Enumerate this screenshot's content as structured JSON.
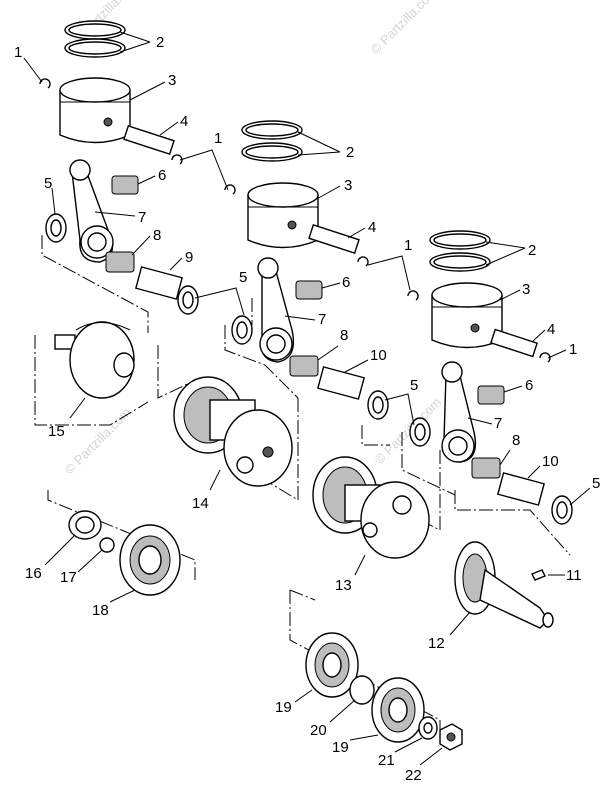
{
  "watermark": "© Partzilla.com",
  "callouts": [
    {
      "id": "c1a",
      "label": "1"
    },
    {
      "id": "c2a",
      "label": "2"
    },
    {
      "id": "c3a",
      "label": "3"
    },
    {
      "id": "c4a",
      "label": "4"
    },
    {
      "id": "c1b",
      "label": "1"
    },
    {
      "id": "c2b",
      "label": "2"
    },
    {
      "id": "c3b",
      "label": "3"
    },
    {
      "id": "c4b",
      "label": "4"
    },
    {
      "id": "c5a",
      "label": "5"
    },
    {
      "id": "c6a",
      "label": "6"
    },
    {
      "id": "c7a",
      "label": "7"
    },
    {
      "id": "c8a",
      "label": "8"
    },
    {
      "id": "c9",
      "label": "9"
    },
    {
      "id": "c1c",
      "label": "1"
    },
    {
      "id": "c2c",
      "label": "2"
    },
    {
      "id": "c3c",
      "label": "3"
    },
    {
      "id": "c4c",
      "label": "4"
    },
    {
      "id": "c1d",
      "label": "1"
    },
    {
      "id": "c5b",
      "label": "5"
    },
    {
      "id": "c6b",
      "label": "6"
    },
    {
      "id": "c7b",
      "label": "7"
    },
    {
      "id": "c8b",
      "label": "8"
    },
    {
      "id": "c10a",
      "label": "10"
    },
    {
      "id": "c5c",
      "label": "5"
    },
    {
      "id": "c6c",
      "label": "6"
    },
    {
      "id": "c7c",
      "label": "7"
    },
    {
      "id": "c8c",
      "label": "8"
    },
    {
      "id": "c10b",
      "label": "10"
    },
    {
      "id": "c5d",
      "label": "5"
    },
    {
      "id": "c15",
      "label": "15"
    },
    {
      "id": "c14",
      "label": "14"
    },
    {
      "id": "c13",
      "label": "13"
    },
    {
      "id": "c11",
      "label": "11"
    },
    {
      "id": "c12",
      "label": "12"
    },
    {
      "id": "c16",
      "label": "16"
    },
    {
      "id": "c17",
      "label": "17"
    },
    {
      "id": "c18",
      "label": "18"
    },
    {
      "id": "c19a",
      "label": "19"
    },
    {
      "id": "c20",
      "label": "20"
    },
    {
      "id": "c19b",
      "label": "19"
    },
    {
      "id": "c21",
      "label": "21"
    },
    {
      "id": "c22",
      "label": "22"
    }
  ]
}
